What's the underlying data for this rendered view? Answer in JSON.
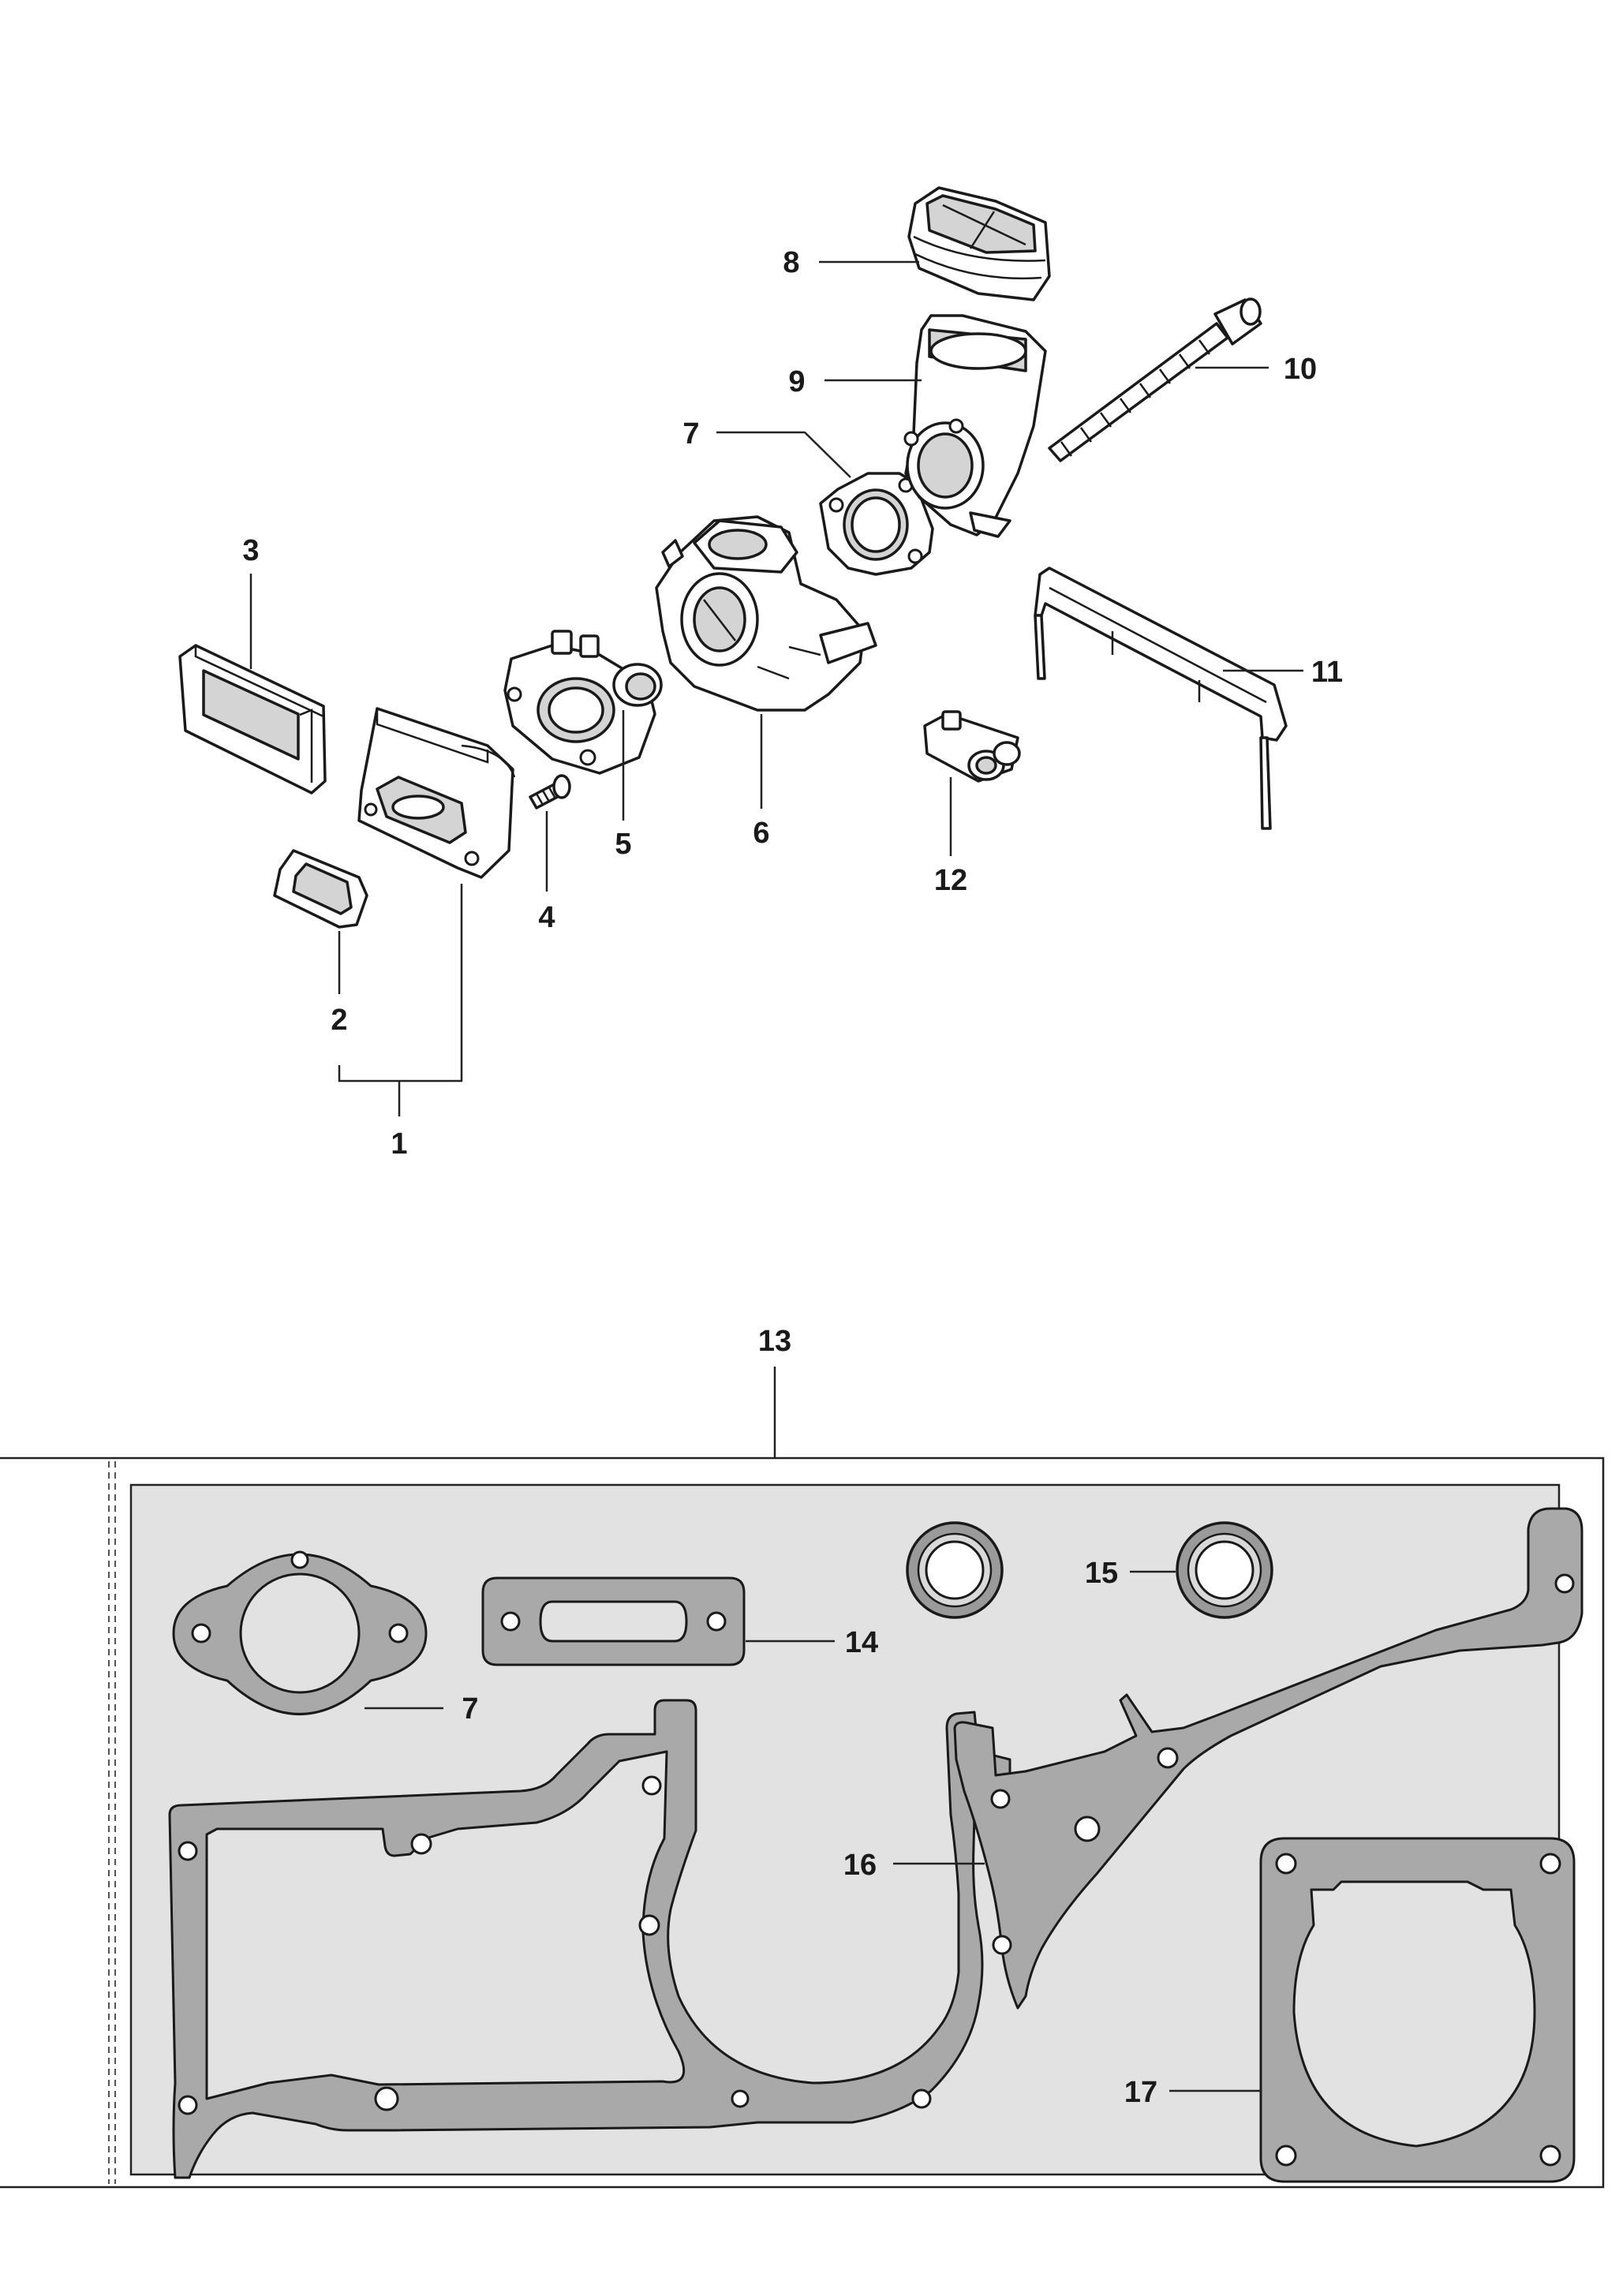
{
  "callouts": {
    "c1": "1",
    "c2": "2",
    "c3": "3",
    "c4": "4",
    "c5": "5",
    "c6": "6",
    "c7_upper": "7",
    "c8": "8",
    "c9": "9",
    "c10": "10",
    "c11": "11",
    "c12": "12",
    "c13": "13",
    "c14": "14",
    "c15": "15",
    "c16": "16",
    "c7_kit": "7",
    "c17": "17"
  },
  "colors": {
    "line": "#1a1a1a",
    "kit_panel": "#e2e2e2",
    "gasket_fill": "#a9a9a9",
    "part_fill": "#ffffff"
  }
}
